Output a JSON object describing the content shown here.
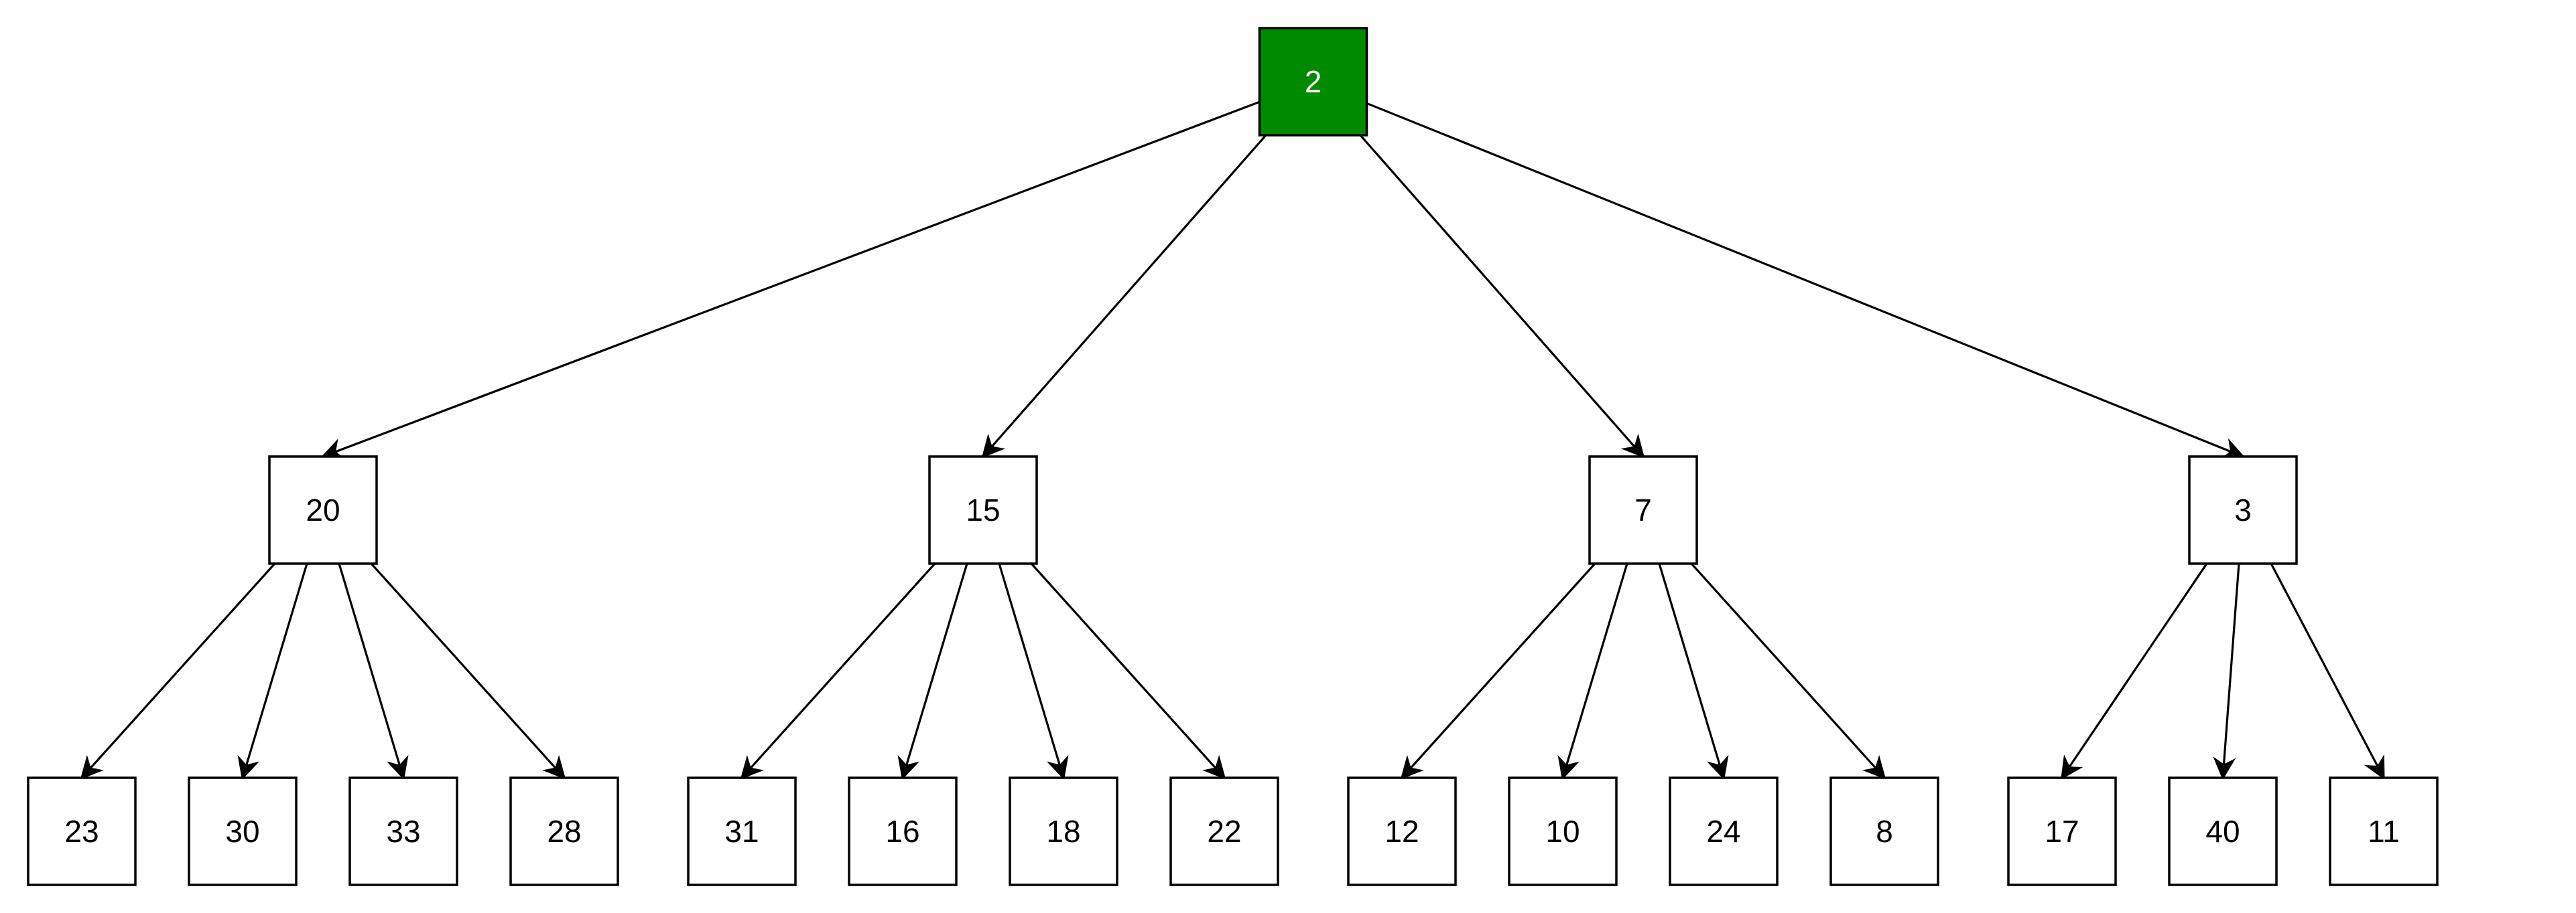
{
  "colors": {
    "root_fill": "#008a00",
    "root_text": "#ffffff",
    "node_fill": "#ffffff",
    "node_text": "#000000",
    "stroke": "#000000"
  },
  "tree": {
    "root": {
      "label": "2",
      "highlighted": true,
      "children": [
        {
          "label": "20",
          "children": [
            {
              "label": "23"
            },
            {
              "label": "30"
            },
            {
              "label": "33"
            },
            {
              "label": "28"
            }
          ]
        },
        {
          "label": "15",
          "children": [
            {
              "label": "31"
            },
            {
              "label": "16"
            },
            {
              "label": "18"
            },
            {
              "label": "22"
            }
          ]
        },
        {
          "label": "7",
          "children": [
            {
              "label": "12"
            },
            {
              "label": "10"
            },
            {
              "label": "24"
            },
            {
              "label": "8"
            }
          ]
        },
        {
          "label": "3",
          "children": [
            {
              "label": "17"
            },
            {
              "label": "40"
            },
            {
              "label": "11"
            }
          ]
        }
      ]
    }
  }
}
